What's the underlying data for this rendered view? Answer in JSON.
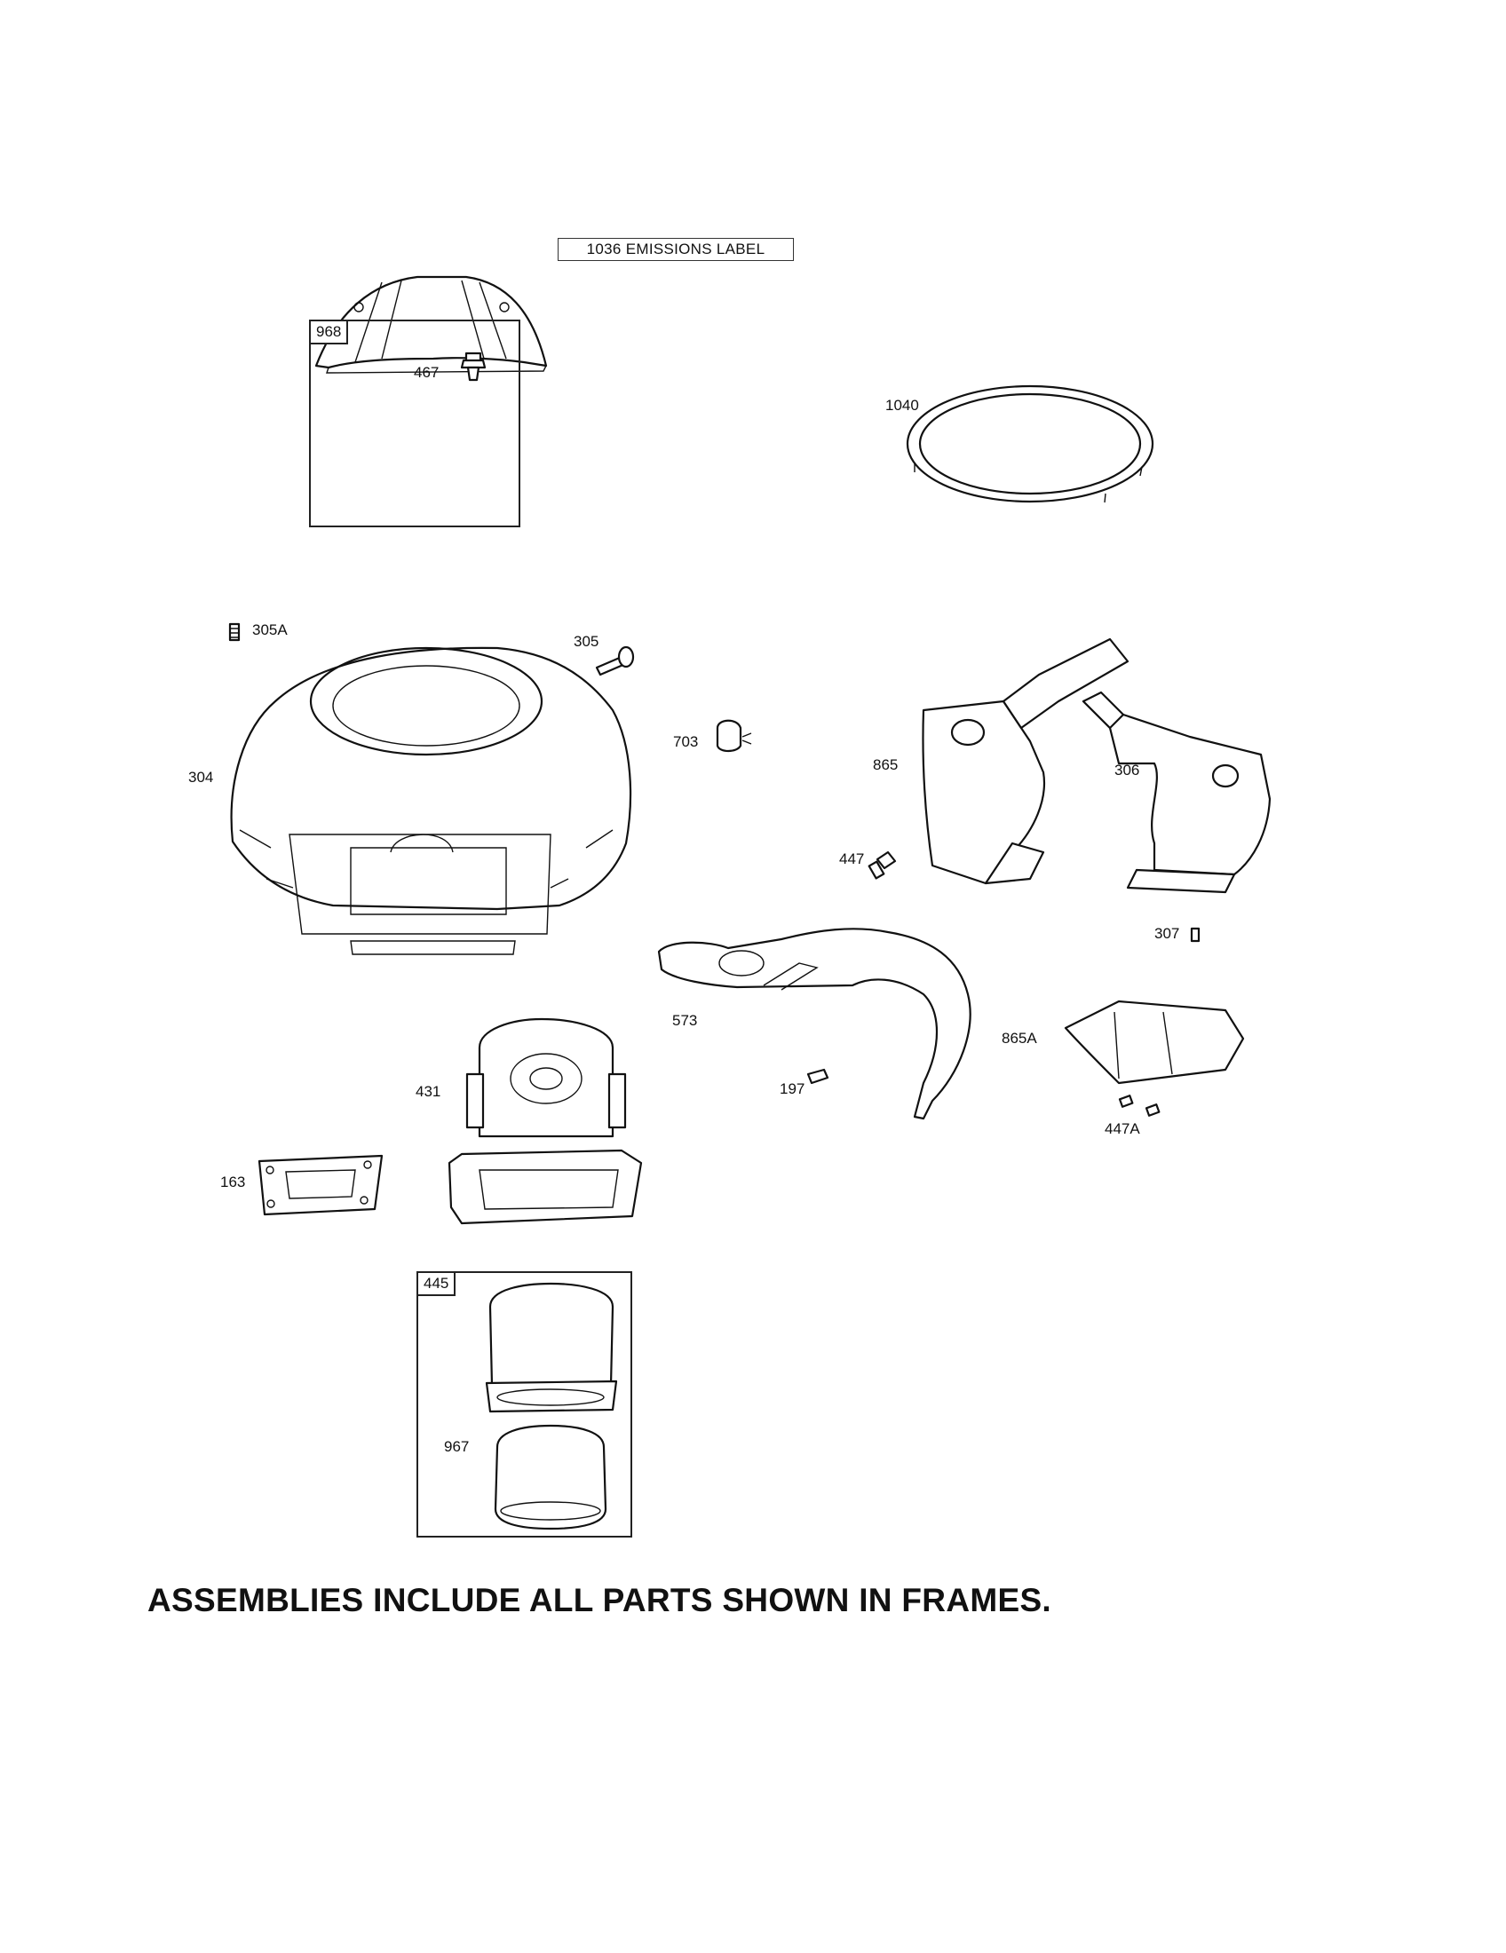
{
  "emissions_label": "1036 EMISSIONS LABEL",
  "frames": {
    "frame_968": {
      "tag": "968"
    },
    "frame_445": {
      "tag": "445"
    }
  },
  "callouts": {
    "p467": "467",
    "p1040": "1040",
    "p305A": "305A",
    "p305": "305",
    "p304": "304",
    "p703": "703",
    "p865": "865",
    "p306": "306",
    "p447": "447",
    "p307": "307",
    "p573": "573",
    "p865A": "865A",
    "p197": "197",
    "p447A": "447A",
    "p431": "431",
    "p163": "163",
    "p967": "967"
  },
  "footer_note": "ASSEMBLIES INCLUDE ALL PARTS SHOWN IN FRAMES."
}
